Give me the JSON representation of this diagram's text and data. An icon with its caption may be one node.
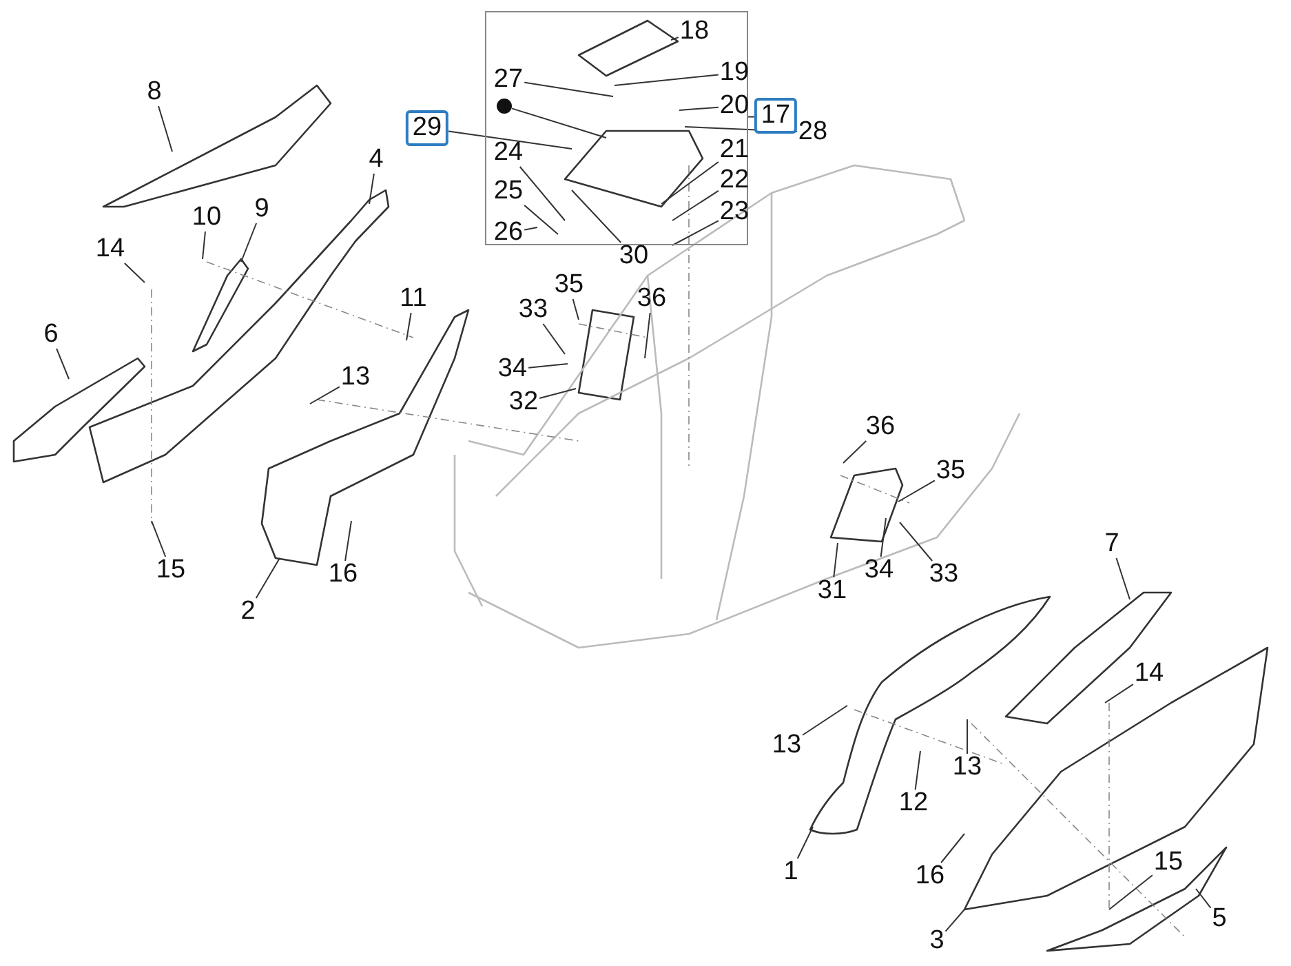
{
  "diagram": {
    "nodes": [
      {
        "text": [],
        "shape": "box"
      },
      {
        "text": [
          "18"
        ],
        "in": 0
      },
      {
        "text": [
          "27"
        ],
        "in": 0
      },
      {
        "text": [
          "19"
        ],
        "in": 0
      },
      {
        "text": [],
        "shape": "circle",
        "in": 0
      },
      {
        "text": [
          "20"
        ],
        "in": 0
      },
      {
        "text": [
          "24"
        ],
        "in": 0
      },
      {
        "text": [
          "21"
        ],
        "in": 0
      },
      {
        "text": [
          "25"
        ],
        "in": 0
      },
      {
        "text": [
          "22"
        ],
        "in": 0
      },
      {
        "text": [
          "23"
        ],
        "in": 0
      },
      {
        "text": [
          "26"
        ],
        "in": 0
      },
      {
        "text": [
          "30"
        ]
      },
      {
        "text": [
          "17"
        ]
      },
      {
        "text": [
          "28"
        ]
      },
      {
        "text": [
          "29"
        ]
      },
      {
        "text": [
          "8"
        ]
      },
      {
        "text": [
          "4"
        ]
      },
      {
        "text": [
          "10"
        ]
      },
      {
        "text": [
          "9"
        ]
      },
      {
        "text": [
          "14"
        ]
      },
      {
        "text": [
          "11"
        ]
      },
      {
        "text": [
          "35"
        ]
      },
      {
        "text": [
          "36"
        ]
      },
      {
        "text": [
          "33"
        ]
      },
      {
        "text": [
          "6"
        ]
      },
      {
        "text": [
          "13"
        ]
      },
      {
        "text": [
          "34"
        ]
      },
      {
        "text": [
          "32"
        ]
      },
      {
        "text": [
          "36"
        ]
      },
      {
        "text": [
          "35"
        ]
      },
      {
        "text": [
          "34"
        ]
      },
      {
        "text": [
          "33"
        ]
      },
      {
        "text": [
          "31"
        ]
      },
      {
        "text": [
          "15"
        ]
      },
      {
        "text": [
          "16"
        ]
      },
      {
        "text": [
          "2"
        ]
      },
      {
        "text": [
          "7"
        ]
      },
      {
        "text": [
          "14"
        ]
      },
      {
        "text": [
          "13"
        ]
      },
      {
        "text": [
          "13"
        ]
      },
      {
        "text": [
          "12"
        ]
      },
      {
        "text": [
          "1"
        ]
      },
      {
        "text": [
          "16"
        ]
      },
      {
        "text": [
          "15"
        ]
      },
      {
        "text": [
          "5"
        ]
      },
      {
        "text": [
          "3"
        ]
      }
    ],
    "edges": [
      {
        "from": 1,
        "to": null,
        "arrow": "none"
      },
      {
        "from": 2,
        "to": null,
        "arrow": "none"
      },
      {
        "from": 3,
        "to": null,
        "arrow": "none"
      },
      {
        "from": 4,
        "to": null,
        "arrow": "none"
      },
      {
        "from": 5,
        "to": null,
        "arrow": "none"
      },
      {
        "from": 6,
        "to": null,
        "arrow": "none"
      },
      {
        "from": 7,
        "to": null,
        "arrow": "none"
      },
      {
        "from": 8,
        "to": null,
        "arrow": "none"
      },
      {
        "from": 9,
        "to": null,
        "arrow": "none"
      },
      {
        "from": 10,
        "to": null,
        "arrow": "none"
      },
      {
        "from": 11,
        "to": null,
        "arrow": "none"
      },
      {
        "from": 12,
        "to": null,
        "arrow": "none"
      },
      {
        "from": 13,
        "to": 0,
        "arrow": "none"
      },
      {
        "from": 14,
        "to": null,
        "arrow": "none"
      },
      {
        "from": 15,
        "to": null,
        "arrow": "none"
      },
      {
        "from": 16,
        "to": null,
        "arrow": "none"
      },
      {
        "from": 17,
        "to": null,
        "arrow": "none"
      },
      {
        "from": 18,
        "to": null,
        "arrow": "none"
      },
      {
        "from": 19,
        "to": null,
        "arrow": "none"
      },
      {
        "from": 20,
        "to": null,
        "arrow": "none"
      },
      {
        "from": 21,
        "to": null,
        "arrow": "none"
      },
      {
        "from": 22,
        "to": null,
        "arrow": "none"
      },
      {
        "from": 23,
        "to": null,
        "arrow": "none"
      },
      {
        "from": 24,
        "to": null,
        "arrow": "none"
      },
      {
        "from": 25,
        "to": null,
        "arrow": "none"
      },
      {
        "from": 26,
        "to": null,
        "arrow": "none"
      },
      {
        "from": 27,
        "to": null,
        "arrow": "none"
      },
      {
        "from": 28,
        "to": null,
        "arrow": "none"
      },
      {
        "from": 29,
        "to": null,
        "arrow": "none"
      },
      {
        "from": 30,
        "to": null,
        "arrow": "none"
      },
      {
        "from": 31,
        "to": null,
        "arrow": "none"
      },
      {
        "from": 32,
        "to": null,
        "arrow": "none"
      },
      {
        "from": 33,
        "to": null,
        "arrow": "none"
      },
      {
        "from": 34,
        "to": null,
        "arrow": "none"
      },
      {
        "from": 35,
        "to": null,
        "arrow": "none"
      },
      {
        "from": 36,
        "to": null,
        "arrow": "none"
      },
      {
        "from": 37,
        "to": null,
        "arrow": "none"
      },
      {
        "from": 38,
        "to": null,
        "arrow": "none"
      },
      {
        "from": 39,
        "to": null,
        "arrow": "none"
      },
      {
        "from": 40,
        "to": null,
        "arrow": "none"
      },
      {
        "from": 41,
        "to": null,
        "arrow": "none"
      },
      {
        "from": 42,
        "to": null,
        "arrow": "none"
      },
      {
        "from": 43,
        "to": null,
        "arrow": "none"
      },
      {
        "from": 44,
        "to": null,
        "arrow": "none"
      },
      {
        "from": 45,
        "to": null,
        "arrow": "none"
      },
      {
        "from": 46,
        "to": null,
        "arrow": "none"
      }
    ]
  }
}
